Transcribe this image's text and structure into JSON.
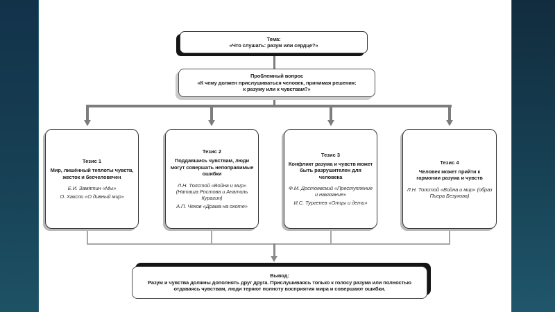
{
  "colors": {
    "sidebar_top": "#12324a",
    "sidebar_bottom": "#20566b",
    "connector_gray": "#7d7d7d",
    "connector_light_gray": "#a6a6a6",
    "box_border": "#333333",
    "shadow_black": "#151515",
    "shadow_light": "#cbcbcb"
  },
  "tema": {
    "title": "Тема:",
    "text": "«Что слушать: разум или сердце?»"
  },
  "problem": {
    "title": "Проблемный вопрос",
    "line1": "«К чему должен прислушиваться человек, принимая решения:",
    "line2": "к разуму или к чувствам?»"
  },
  "theses": [
    {
      "title": "Тезис 1",
      "statement": "Мир, лишённый теплоты чувств, жесток и бесчеловечен",
      "source1": "Е.И. Замятин «Мы»",
      "source2": "О. Хаксли «О дивный мир»"
    },
    {
      "title": "Тезис 2",
      "statement": "Поддавшись чувствам, люди могут совершать непоправимые ошибки",
      "source1": "Л.Н. Толстой «Война и мир» (Наташа Ростова и Анатоль Курагин)",
      "source2": "А.П. Чехов «Драма на охоте»"
    },
    {
      "title": "Тезис 3",
      "statement": "Конфликт разума и чувств может быть разрушителен для человека",
      "source1": "Ф.М. Достоевский «Преступление и наказание»",
      "source2": "И.С. Тургенев «Отцы и дети»"
    },
    {
      "title": "Тезис 4",
      "statement": "Человек может прийти к гармонии разума и чувств",
      "source1": "Л.Н. Толстой «Война и мир» (образ Пьера Безухова)",
      "source2": ""
    }
  ],
  "conclusion": {
    "title": "Вывод:",
    "text": "Разум и чувства должны дополнять друг друга. Прислушиваясь только к голосу разума или полностью отдаваясь чувствам, люди теряют полноту восприятия мира и совершают ошибки."
  }
}
